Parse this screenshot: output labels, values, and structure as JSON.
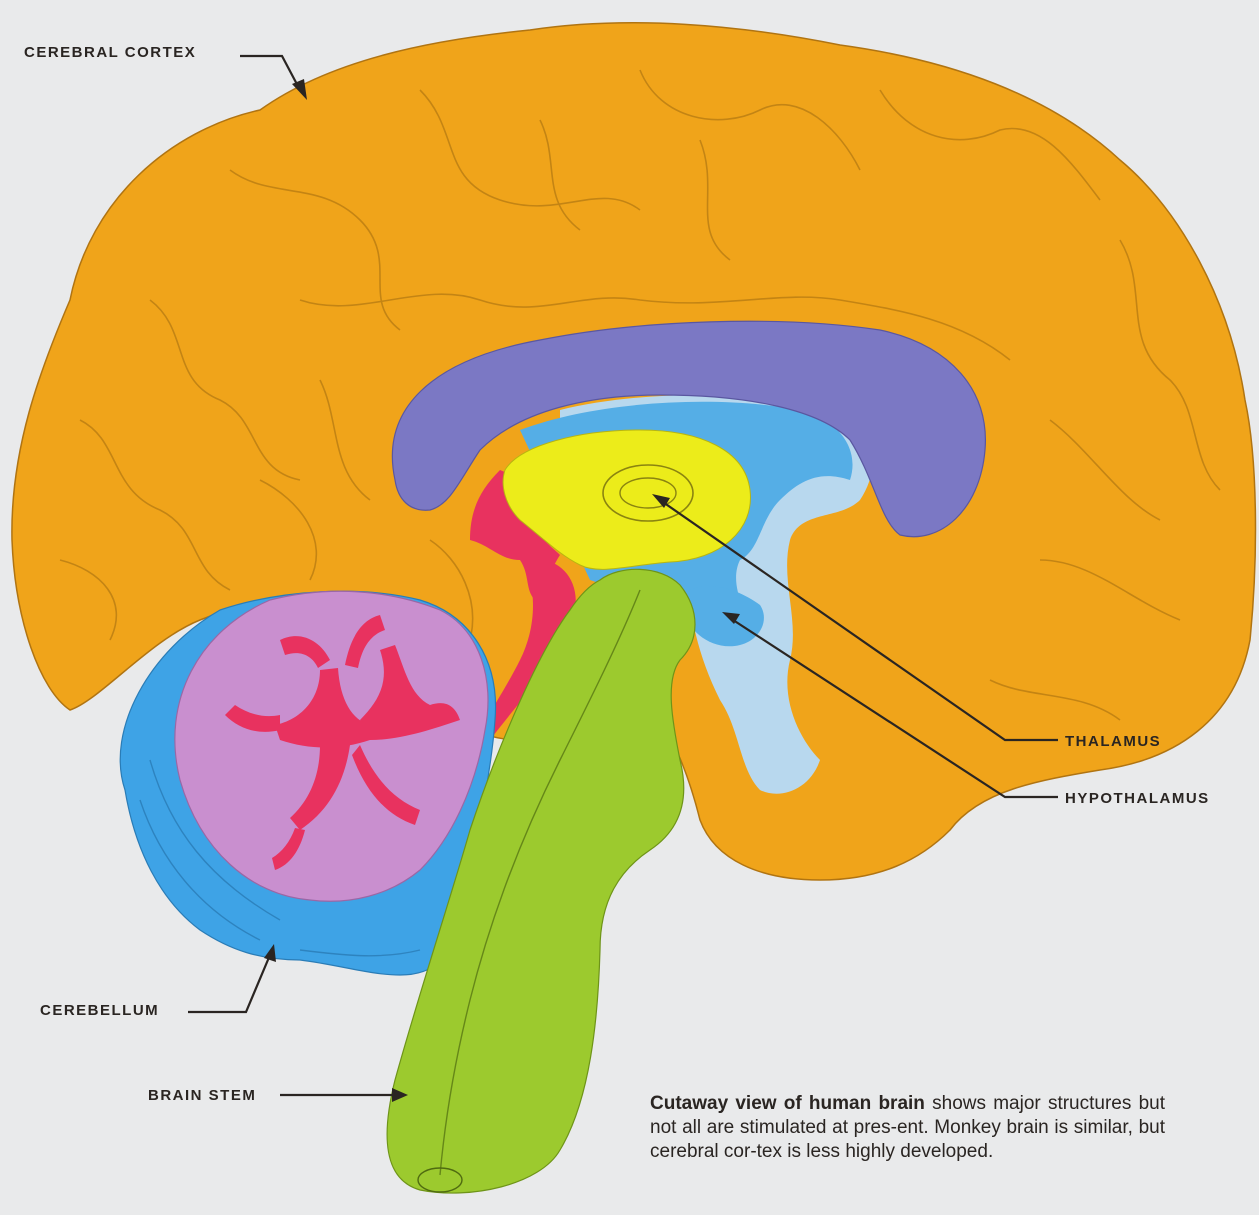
{
  "labels": {
    "cerebral_cortex": "CEREBRAL CORTEX",
    "thalamus": "THALAMUS",
    "hypothalamus": "HYPOTHALAMUS",
    "cerebellum": "CEREBELLUM",
    "brain_stem": "BRAIN STEM"
  },
  "caption": {
    "lead": "Cutaway view of human brain",
    "body": " shows major structures but not all are stimulated at pres-ent. Monkey brain is similar, but cerebral cor-tex is less highly developed."
  },
  "colors": {
    "background": "#e9eaeb",
    "cerebral_cortex": "#f0a41a",
    "corpus_callosum": "#7b78c4",
    "ventricle_blue": "#55aee6",
    "ventricle_light": "#b8d8ee",
    "thalamus": "#ecec1a",
    "fornix_red": "#e8325f",
    "brain_stem": "#9cca2e",
    "cerebellum_outer": "#3ea3e6",
    "cerebellum_inner": "#c98fcf",
    "label_ink": "#2a2522"
  }
}
